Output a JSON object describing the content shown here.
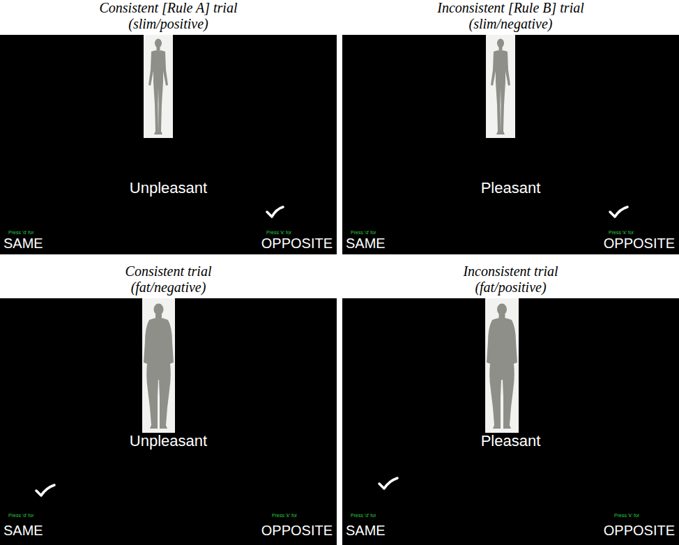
{
  "diagram": {
    "nodes": [
      {
        "text": [
          "Consistent [Rule A] trial (slim/positive)",
          "Unpleasant",
          "Press 'd' for",
          "SAME",
          "Press 'k' for",
          "OPPOSITE"
        ]
      },
      {
        "text": [
          "Inconsistent [Rule B] trial (slim/negative)",
          "Pleasant",
          "Press 'd' for",
          "SAME",
          "Press 'k' for",
          "OPPOSITE"
        ]
      },
      {
        "text": [
          "Consistent trial (fat/negative)",
          "Unpleasant",
          "Press 'd' for",
          "SAME",
          "Press 'k' for",
          "OPPOSITE"
        ]
      },
      {
        "text": [
          "Inconsistent trial (fat/positive)",
          "Pleasant",
          "Press 'd' for",
          "SAME",
          "Press 'k' for",
          "OPPOSITE"
        ]
      }
    ]
  }
}
